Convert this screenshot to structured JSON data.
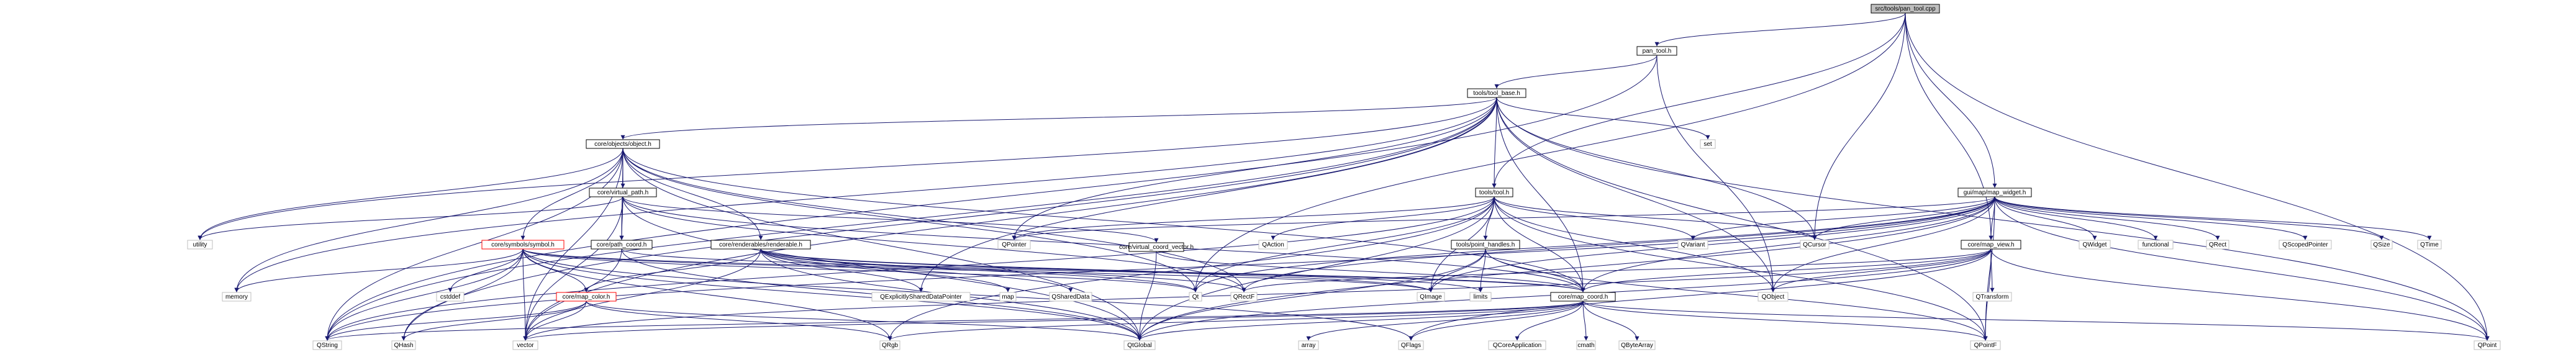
{
  "title": "src/tools/pan_tool.cpp include dependency graph",
  "colors": {
    "edge": "#191970",
    "root_fill": "#bfbfbf",
    "node_border": "#000000",
    "external_border": "#bfbfbf",
    "truncated_border": "#ff0000"
  },
  "nodes": [
    {
      "id": "pan_tool_cpp",
      "label": "src/tools/pan_tool.cpp",
      "kind": "root"
    },
    {
      "id": "pan_tool_h",
      "label": "pan_tool.h",
      "kind": "local"
    },
    {
      "id": "tool_base_h",
      "label": "tools/tool_base.h",
      "kind": "local"
    },
    {
      "id": "object_h",
      "label": "core/objects/object.h",
      "kind": "local"
    },
    {
      "id": "set",
      "label": "set",
      "kind": "external"
    },
    {
      "id": "virtual_path_h",
      "label": "core/virtual_path.h",
      "kind": "local"
    },
    {
      "id": "tool_h",
      "label": "tools/tool.h",
      "kind": "local"
    },
    {
      "id": "map_widget_h",
      "label": "gui/map/map_widget.h",
      "kind": "local"
    },
    {
      "id": "utility",
      "label": "utility",
      "kind": "external"
    },
    {
      "id": "symbol_h",
      "label": "core/symbols/symbol.h",
      "kind": "truncated"
    },
    {
      "id": "path_coord_h",
      "label": "core/path_coord.h",
      "kind": "local"
    },
    {
      "id": "renderable_h",
      "label": "core/renderables/renderable.h",
      "kind": "local"
    },
    {
      "id": "QPointer",
      "label": "QPointer",
      "kind": "external"
    },
    {
      "id": "virtual_coord_vector_h",
      "label": "core/virtual_coord_vector.h",
      "kind": "local"
    },
    {
      "id": "QAction",
      "label": "QAction",
      "kind": "external"
    },
    {
      "id": "point_handles_h",
      "label": "tools/point_handles.h",
      "kind": "local"
    },
    {
      "id": "QVariant",
      "label": "QVariant",
      "kind": "external"
    },
    {
      "id": "QCursor",
      "label": "QCursor",
      "kind": "external"
    },
    {
      "id": "map_view_h",
      "label": "core/map_view.h",
      "kind": "local"
    },
    {
      "id": "QWidget",
      "label": "QWidget",
      "kind": "external"
    },
    {
      "id": "functional",
      "label": "functional",
      "kind": "external"
    },
    {
      "id": "QRect",
      "label": "QRect",
      "kind": "external"
    },
    {
      "id": "QScopedPointer",
      "label": "QScopedPointer",
      "kind": "external"
    },
    {
      "id": "QSize",
      "label": "QSize",
      "kind": "external"
    },
    {
      "id": "QTime",
      "label": "QTime",
      "kind": "external"
    },
    {
      "id": "memory",
      "label": "memory",
      "kind": "external"
    },
    {
      "id": "cstddef",
      "label": "cstddef",
      "kind": "external"
    },
    {
      "id": "map_color_h",
      "label": "core/map_color.h",
      "kind": "truncated"
    },
    {
      "id": "QExplicitlySharedDataPointer",
      "label": "QExplicitlySharedDataPointer",
      "kind": "external"
    },
    {
      "id": "map",
      "label": "map",
      "kind": "external"
    },
    {
      "id": "QSharedData",
      "label": "QSharedData",
      "kind": "external"
    },
    {
      "id": "Qt",
      "label": "Qt",
      "kind": "external"
    },
    {
      "id": "QRectF",
      "label": "QRectF",
      "kind": "external"
    },
    {
      "id": "QImage",
      "label": "QImage",
      "kind": "external"
    },
    {
      "id": "limits",
      "label": "limits",
      "kind": "external"
    },
    {
      "id": "map_coord_h",
      "label": "core/map_coord.h",
      "kind": "local"
    },
    {
      "id": "QObject",
      "label": "QObject",
      "kind": "external"
    },
    {
      "id": "QTransform",
      "label": "QTransform",
      "kind": "external"
    },
    {
      "id": "QString",
      "label": "QString",
      "kind": "external"
    },
    {
      "id": "QHash",
      "label": "QHash",
      "kind": "external"
    },
    {
      "id": "vector",
      "label": "vector",
      "kind": "external"
    },
    {
      "id": "QRgb",
      "label": "QRgb",
      "kind": "external"
    },
    {
      "id": "QtGlobal",
      "label": "QtGlobal",
      "kind": "external"
    },
    {
      "id": "array",
      "label": "array",
      "kind": "external"
    },
    {
      "id": "QFlags",
      "label": "QFlags",
      "kind": "external"
    },
    {
      "id": "QCoreApplication",
      "label": "QCoreApplication",
      "kind": "external"
    },
    {
      "id": "cmath",
      "label": "cmath",
      "kind": "external"
    },
    {
      "id": "QByteArray",
      "label": "QByteArray",
      "kind": "external"
    },
    {
      "id": "QPointF",
      "label": "QPointF",
      "kind": "external"
    },
    {
      "id": "QPoint",
      "label": "QPoint",
      "kind": "external"
    }
  ],
  "edges": [
    [
      "pan_tool_cpp",
      "pan_tool_h"
    ],
    [
      "pan_tool_cpp",
      "tool_h"
    ],
    [
      "pan_tool_cpp",
      "map_widget_h"
    ],
    [
      "pan_tool_cpp",
      "QCursor"
    ],
    [
      "pan_tool_cpp",
      "Qt"
    ],
    [
      "pan_tool_cpp",
      "map_view_h"
    ],
    [
      "pan_tool_cpp",
      "QPoint"
    ],
    [
      "pan_tool_h",
      "tool_base_h"
    ],
    [
      "pan_tool_h",
      "QString"
    ],
    [
      "pan_tool_h",
      "QObject"
    ],
    [
      "tool_base_h",
      "object_h"
    ],
    [
      "tool_base_h",
      "tool_h"
    ],
    [
      "tool_base_h",
      "set"
    ],
    [
      "tool_base_h",
      "QCursor"
    ],
    [
      "tool_base_h",
      "QString"
    ],
    [
      "tool_base_h",
      "utility"
    ],
    [
      "tool_base_h",
      "vector"
    ],
    [
      "tool_base_h",
      "QHash"
    ],
    [
      "tool_base_h",
      "memory"
    ],
    [
      "tool_base_h",
      "map_coord_h"
    ],
    [
      "tool_base_h",
      "QPointF"
    ],
    [
      "tool_base_h",
      "QPoint"
    ],
    [
      "tool_base_h",
      "QObject"
    ],
    [
      "tool_base_h",
      "QPointer"
    ],
    [
      "tool_base_h",
      "QExplicitlySharedDataPointer"
    ],
    [
      "object_h",
      "virtual_path_h"
    ],
    [
      "object_h",
      "symbol_h"
    ],
    [
      "object_h",
      "path_coord_h"
    ],
    [
      "object_h",
      "renderable_h"
    ],
    [
      "object_h",
      "utility"
    ],
    [
      "object_h",
      "vector"
    ],
    [
      "object_h",
      "QString"
    ],
    [
      "object_h",
      "QtGlobal"
    ],
    [
      "object_h",
      "Qt"
    ],
    [
      "object_h",
      "QRectF"
    ],
    [
      "object_h",
      "map_coord_h"
    ],
    [
      "object_h",
      "memory"
    ],
    [
      "virtual_path_h",
      "path_coord_h"
    ],
    [
      "virtual_path_h",
      "virtual_coord_vector_h"
    ],
    [
      "virtual_path_h",
      "utility"
    ],
    [
      "virtual_path_h",
      "vector"
    ],
    [
      "virtual_path_h",
      "QtGlobal"
    ],
    [
      "virtual_path_h",
      "map_coord_h"
    ],
    [
      "virtual_path_h",
      "QRectF"
    ],
    [
      "tool_h",
      "point_handles_h"
    ],
    [
      "tool_h",
      "QPointer"
    ],
    [
      "tool_h",
      "QAction"
    ],
    [
      "tool_h",
      "QVariant"
    ],
    [
      "tool_h",
      "QCursor"
    ],
    [
      "tool_h",
      "map_coord_h"
    ],
    [
      "tool_h",
      "QObject"
    ],
    [
      "tool_h",
      "Qt"
    ],
    [
      "tool_h",
      "QString"
    ],
    [
      "tool_h",
      "QtGlobal"
    ],
    [
      "tool_h",
      "QPointF"
    ],
    [
      "tool_h",
      "QRgb"
    ],
    [
      "tool_h",
      "QImage"
    ],
    [
      "map_widget_h",
      "map_view_h"
    ],
    [
      "map_widget_h",
      "QWidget"
    ],
    [
      "map_widget_h",
      "functional"
    ],
    [
      "map_widget_h",
      "QRect"
    ],
    [
      "map_widget_h",
      "QScopedPointer"
    ],
    [
      "map_widget_h",
      "QSize"
    ],
    [
      "map_widget_h",
      "QTime"
    ],
    [
      "map_widget_h",
      "QVariant"
    ],
    [
      "map_widget_h",
      "QCursor"
    ],
    [
      "map_widget_h",
      "QObject"
    ],
    [
      "map_widget_h",
      "QImage"
    ],
    [
      "map_widget_h",
      "QPointF"
    ],
    [
      "map_widget_h",
      "QPoint"
    ],
    [
      "map_widget_h",
      "QPointer"
    ],
    [
      "map_widget_h",
      "map_coord_h"
    ],
    [
      "map_widget_h",
      "QString"
    ],
    [
      "map_widget_h",
      "QRectF"
    ],
    [
      "map_widget_h",
      "Qt"
    ],
    [
      "map_widget_h",
      "QtGlobal"
    ],
    [
      "symbol_h",
      "memory"
    ],
    [
      "symbol_h",
      "cstddef"
    ],
    [
      "symbol_h",
      "map_color_h"
    ],
    [
      "symbol_h",
      "vector"
    ],
    [
      "symbol_h",
      "QString"
    ],
    [
      "symbol_h",
      "QHash"
    ],
    [
      "symbol_h",
      "QtGlobal"
    ],
    [
      "symbol_h",
      "QImage"
    ],
    [
      "symbol_h",
      "QRgb"
    ],
    [
      "symbol_h",
      "Qt"
    ],
    [
      "symbol_h",
      "QFlags"
    ],
    [
      "symbol_h",
      "map_coord_h"
    ],
    [
      "path_coord_h",
      "vector"
    ],
    [
      "path_coord_h",
      "QtGlobal"
    ],
    [
      "path_coord_h",
      "map_coord_h"
    ],
    [
      "renderable_h",
      "QExplicitlySharedDataPointer"
    ],
    [
      "renderable_h",
      "map"
    ],
    [
      "renderable_h",
      "QSharedData"
    ],
    [
      "renderable_h",
      "Qt"
    ],
    [
      "renderable_h",
      "QRectF"
    ],
    [
      "renderable_h",
      "QImage"
    ],
    [
      "renderable_h",
      "map_color_h"
    ],
    [
      "renderable_h",
      "vector"
    ],
    [
      "renderable_h",
      "QtGlobal"
    ],
    [
      "renderable_h",
      "limits"
    ],
    [
      "virtual_coord_vector_h",
      "map_coord_h"
    ],
    [
      "virtual_coord_vector_h",
      "QtGlobal"
    ],
    [
      "point_handles_h",
      "QImage"
    ],
    [
      "point_handles_h",
      "limits"
    ],
    [
      "point_handles_h",
      "map_coord_h"
    ],
    [
      "point_handles_h",
      "QtGlobal"
    ],
    [
      "point_handles_h",
      "QPointF"
    ],
    [
      "map_view_h",
      "QTransform"
    ],
    [
      "map_view_h",
      "QObject"
    ],
    [
      "map_view_h",
      "map_coord_h"
    ],
    [
      "map_view_h",
      "QRectF"
    ],
    [
      "map_view_h",
      "QPointF"
    ],
    [
      "map_view_h",
      "QPoint"
    ],
    [
      "map_view_h",
      "QtGlobal"
    ],
    [
      "map_view_h",
      "QFlags"
    ],
    [
      "map_view_h",
      "vector"
    ],
    [
      "map_color_h",
      "QString"
    ],
    [
      "map_color_h",
      "QHash"
    ],
    [
      "map_color_h",
      "vector"
    ],
    [
      "map_color_h",
      "QRgb"
    ],
    [
      "map_color_h",
      "QtGlobal"
    ],
    [
      "map_coord_h",
      "QRgb"
    ],
    [
      "map_coord_h",
      "QtGlobal"
    ],
    [
      "map_coord_h",
      "array"
    ],
    [
      "map_coord_h",
      "QFlags"
    ],
    [
      "map_coord_h",
      "QCoreApplication"
    ],
    [
      "map_coord_h",
      "cmath"
    ],
    [
      "map_coord_h",
      "QByteArray"
    ],
    [
      "map_coord_h",
      "QPointF"
    ],
    [
      "map_coord_h",
      "QPoint"
    ],
    [
      "map_coord_h",
      "QString"
    ],
    [
      "map_coord_h",
      "vector"
    ]
  ]
}
